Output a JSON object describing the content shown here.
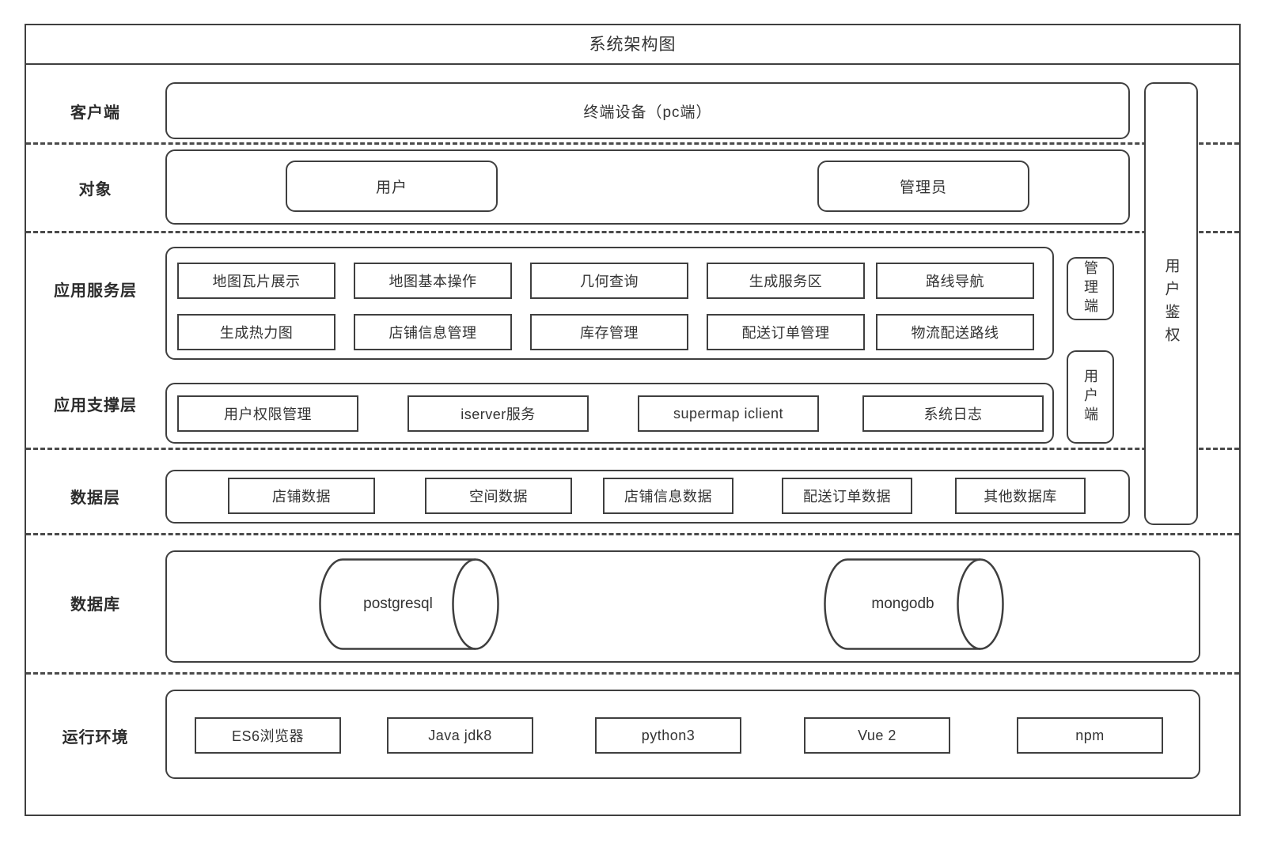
{
  "diagram": {
    "title": "系统架构图"
  },
  "layers": [
    {
      "key": "client",
      "label": "客户端"
    },
    {
      "key": "object",
      "label": "对象"
    },
    {
      "key": "app_service",
      "label": "应用服务层"
    },
    {
      "key": "app_support",
      "label": "应用支撑层"
    },
    {
      "key": "data",
      "label": "数据层"
    },
    {
      "key": "database",
      "label": "数据库"
    },
    {
      "key": "runtime",
      "label": "运行环境"
    }
  ],
  "client": {
    "node": "终端设备（pc端）"
  },
  "object": {
    "nodes": [
      "用户",
      "管理员"
    ]
  },
  "app_service": {
    "row1": [
      "地图瓦片展示",
      "地图基本操作",
      "几何查询",
      "生成服务区",
      "路线导航"
    ],
    "row2": [
      "生成热力图",
      "店铺信息管理",
      "库存管理",
      "配送订单管理",
      "物流配送路线"
    ]
  },
  "app_support": {
    "nodes": [
      "用户权限管理",
      "iserver服务",
      "supermap iclient",
      "系统日志"
    ]
  },
  "data_layer": {
    "nodes": [
      "店铺数据",
      "空间数据",
      "店铺信息数据",
      "配送订单数据",
      "其他数据库"
    ]
  },
  "database": {
    "nodes": [
      "postgresql",
      "mongodb"
    ]
  },
  "runtime": {
    "nodes": [
      "ES6浏览器",
      "Java jdk8",
      "python3",
      "Vue 2",
      "npm"
    ]
  },
  "side_panel": {
    "admin_terminal": "管理端",
    "user_terminal": "用户端"
  },
  "auth_panel": {
    "label": "用户鉴权"
  },
  "colors": {
    "stroke": "#3f3f3f",
    "text": "#333333",
    "background": "#ffffff"
  }
}
